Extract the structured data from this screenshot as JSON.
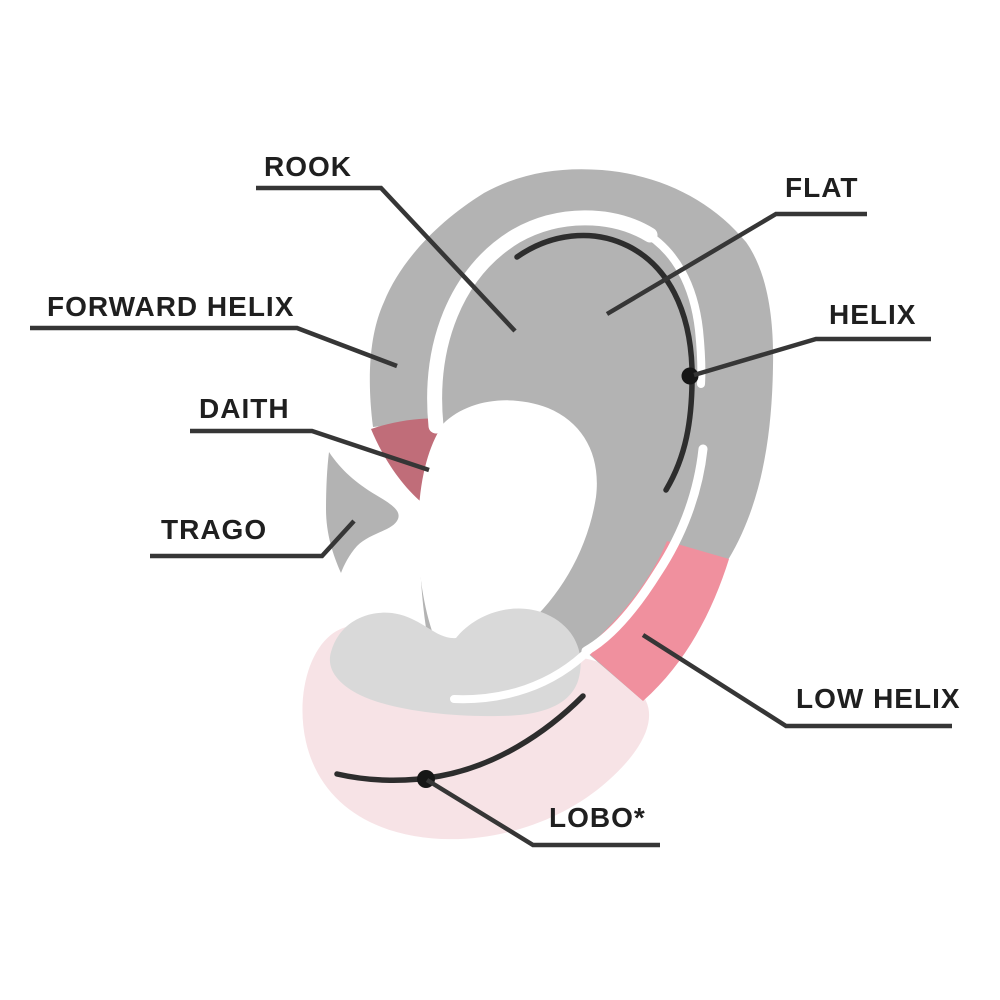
{
  "diagram": {
    "subject": "ear-piercing-placement-diagram",
    "labels": {
      "rook": {
        "text": "ROOK"
      },
      "flat": {
        "text": "FLAT"
      },
      "forward_helix": {
        "text": "FORWARD HELIX"
      },
      "helix": {
        "text": "HELIX"
      },
      "daith": {
        "text": "DAITH"
      },
      "trago": {
        "text": "TRAGO"
      },
      "low_helix": {
        "text": "LOW HELIX"
      },
      "lobo": {
        "text": "LOBO*"
      }
    },
    "colors": {
      "background": "#ffffff",
      "ear_gray": "#b3b3b3",
      "antitragus_gray": "#d9d9d9",
      "lobe_pink": "#f7e3e6",
      "low_helix_pink": "#f0909e",
      "daith_rose": "#c06d79",
      "highlight_white": "#ffffff",
      "arc_ink": "#2d2d2d",
      "leader_ink": "#363636",
      "dot_ink": "#161616",
      "label_ink": "#1f1f1f"
    }
  }
}
